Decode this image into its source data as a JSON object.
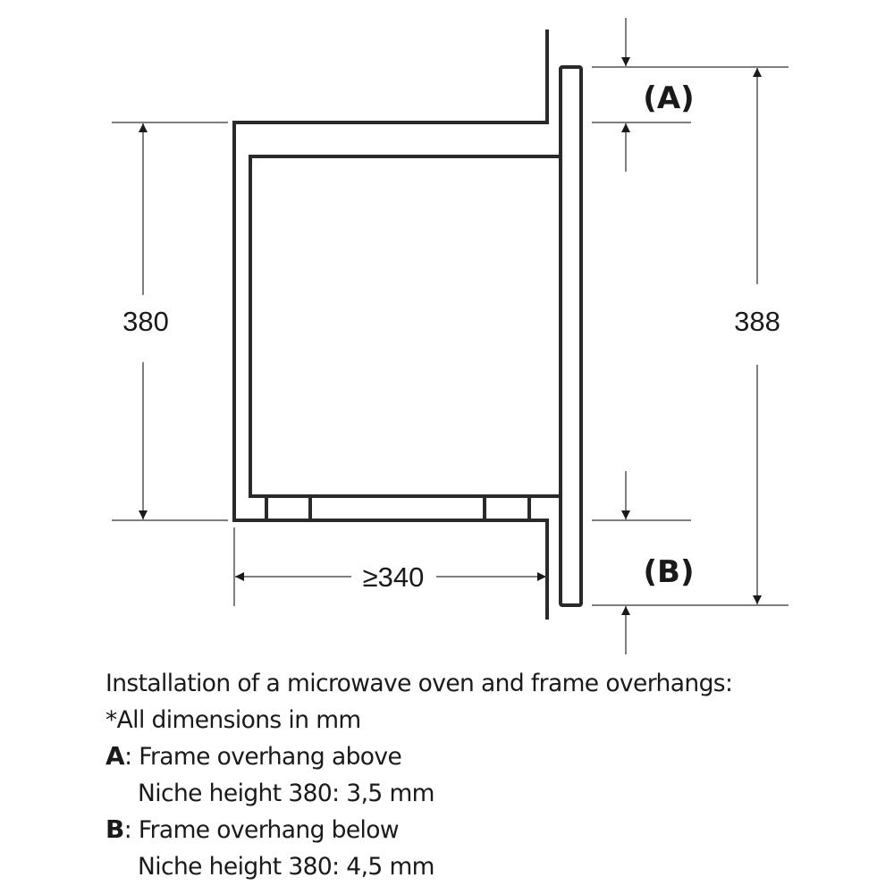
{
  "diagram": {
    "type": "technical-installation-drawing",
    "subject": "built-in microwave oven side section",
    "dimensions": {
      "niche_height": "380",
      "frame_height": "388",
      "niche_depth": "≥340"
    },
    "labels": {
      "overhang_above": "(A)",
      "overhang_below": "(B)"
    },
    "colors": {
      "line": "#2a2a2a",
      "dim_line": "#555555",
      "text": "#1a1a1a",
      "background": "#ffffff"
    }
  },
  "caption": {
    "title": "Installation of a microwave oven and frame overhangs:",
    "note": "*All dimensions in mm",
    "items": [
      {
        "key": "A",
        "separator": ":",
        "label": " Frame overhang above",
        "detail": "Niche height 380: 3,5 mm"
      },
      {
        "key": "B",
        "separator": ":",
        "label": " Frame overhang below",
        "detail": "Niche height 380: 4,5 mm"
      }
    ]
  }
}
